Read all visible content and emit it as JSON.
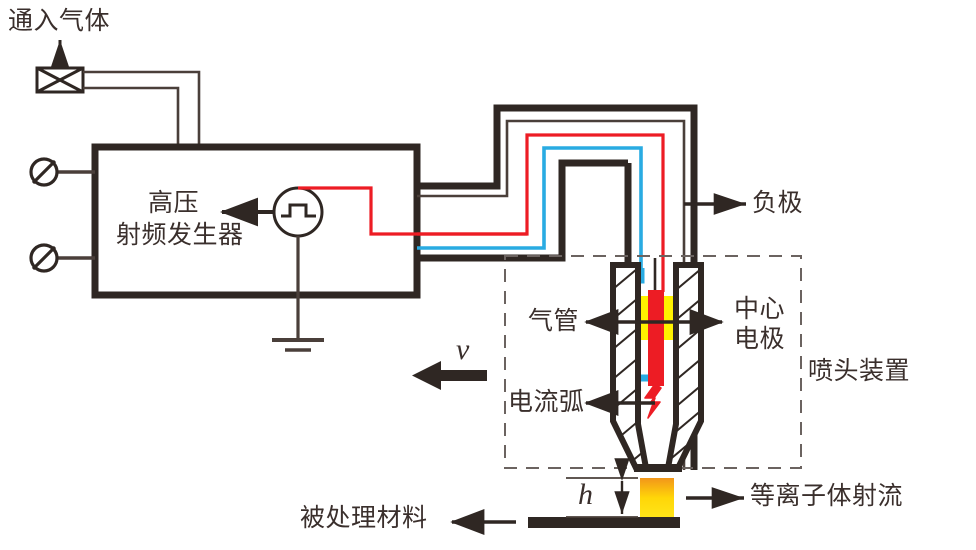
{
  "diagram": {
    "title": "Atmospheric plasma jet treatment apparatus schematic",
    "labels": {
      "gas_inlet": "通入气体",
      "generator_line1": "高压",
      "generator_line2": "射频发生器",
      "negative_electrode": "负极",
      "gas_tube": "气管",
      "current_arc": "电流弧",
      "center_electrode_line1": "中心",
      "center_electrode_line2": "电极",
      "nozzle_device": "喷头装置",
      "plasma_jet": "等离子体射流",
      "treated_material": "被处理材料",
      "velocity_symbol": "v",
      "height_symbol": "h"
    },
    "colors": {
      "line_dark": "#2f2723",
      "line_thin": "#4a3f3a",
      "wire_red": "#ED1C24",
      "wire_blue": "#29ABE2",
      "plasma_yellow": "#FFF200",
      "jet_orange": "#F5A11B",
      "dashed_gray": "#6b6360",
      "background": "#ffffff"
    },
    "components": {
      "gas_valve_icon": "x-box-valve-icon",
      "flow_meter_icon": "slashed-circle-valve-icon",
      "source_icon": "pulse-source-icon",
      "ground_icon": "ground-icon",
      "arc_icon": "lightning-arc-icon",
      "nozzle_icon": "hatched-nozzle-icon",
      "substrate_icon": "substrate-bar-icon"
    }
  }
}
